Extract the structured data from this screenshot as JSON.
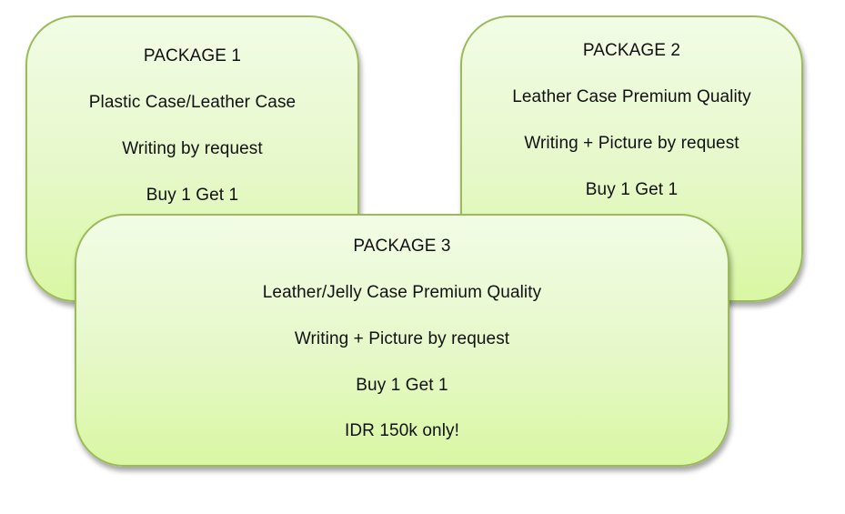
{
  "packages": [
    {
      "title": "PACKAGE 1",
      "lines": [
        "Plastic Case/Leather Case",
        "Writing by request",
        "Buy 1 Get 1"
      ]
    },
    {
      "title": "PACKAGE 2",
      "lines": [
        "Leather Case Premium Quality",
        "Writing + Picture by request",
        "Buy 1 Get 1"
      ]
    },
    {
      "title": "PACKAGE 3",
      "lines": [
        "Leather/Jelly Case Premium Quality",
        "Writing + Picture by request",
        "Buy 1 Get 1",
        "IDR 150k only!"
      ]
    }
  ],
  "colors": {
    "border": "#9bbb59",
    "fill_top": "#f2fce6",
    "fill_bottom": "#d9f7a3",
    "text": "#111111"
  }
}
